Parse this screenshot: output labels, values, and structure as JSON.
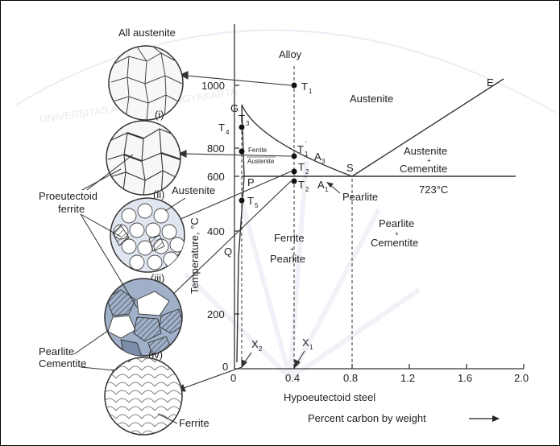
{
  "diagram": {
    "header_label": "All austenite",
    "alloy_label": "Alloy",
    "y_axis_label": "Temperature, °C",
    "x_axis_label": "Hypoeutectoid steel",
    "x_axis_caption": "Percent carbon by weight",
    "y_ticks": [
      "1000",
      "800",
      "600",
      "400",
      "200",
      "0"
    ],
    "x_ticks": [
      "0",
      "0.4",
      "0.8",
      "1.2",
      "1.6",
      "2.0"
    ],
    "points": {
      "T1": "T",
      "T1_sub": "1",
      "T1p": "T",
      "T1p_sub": "1",
      "T2": "T",
      "T2_sub": "2",
      "T2p": "T",
      "T2p_sub": "2",
      "T3": "T",
      "T3_sub": "3",
      "T4": "T",
      "T4_sub": "4",
      "T5": "T",
      "T5_sub": "5",
      "G": "G",
      "P": "P",
      "Q": "Q",
      "S": "S",
      "E": "E",
      "A3": "A",
      "A3_sub": "3",
      "A1": "A",
      "A1_sub": "1",
      "X1": "X",
      "X1_sub": "1",
      "X2": "X",
      "X2_sub": "2"
    },
    "regions": {
      "austenite_top": "Austenite",
      "austenite_cementite_1": "Austenite",
      "austenite_cementite_plus": "+",
      "austenite_cementite_2": "Cementite",
      "ferrite_small": "Ferrite",
      "austenite_small": "Austenite",
      "ferrite_pearlite_1": "Ferrite",
      "ferrite_pearlite_plus": "+",
      "ferrite_pearlite_2": "Pearlite",
      "pearlite_cementite_1": "Pearlite",
      "pearlite_cementite_plus": "+",
      "pearlite_cementite_2": "Cementite",
      "pearlite_label": "Pearlite",
      "eutectoid_temp": "723°C"
    },
    "micro_labels": {
      "i": "(i)",
      "ii": "(ii)",
      "iii": "(iii)",
      "iv": "(iv)",
      "proeutectoid_1": "Proeutectoid",
      "proeutectoid_2": "ferrite",
      "austenite": "Austenite",
      "pearlite": "Pearlite",
      "cementite": "Cementite",
      "ferrite": "Ferrite"
    },
    "watermark": "UNIVERSITAS ATMA JAYA YOGYAKARTA"
  }
}
